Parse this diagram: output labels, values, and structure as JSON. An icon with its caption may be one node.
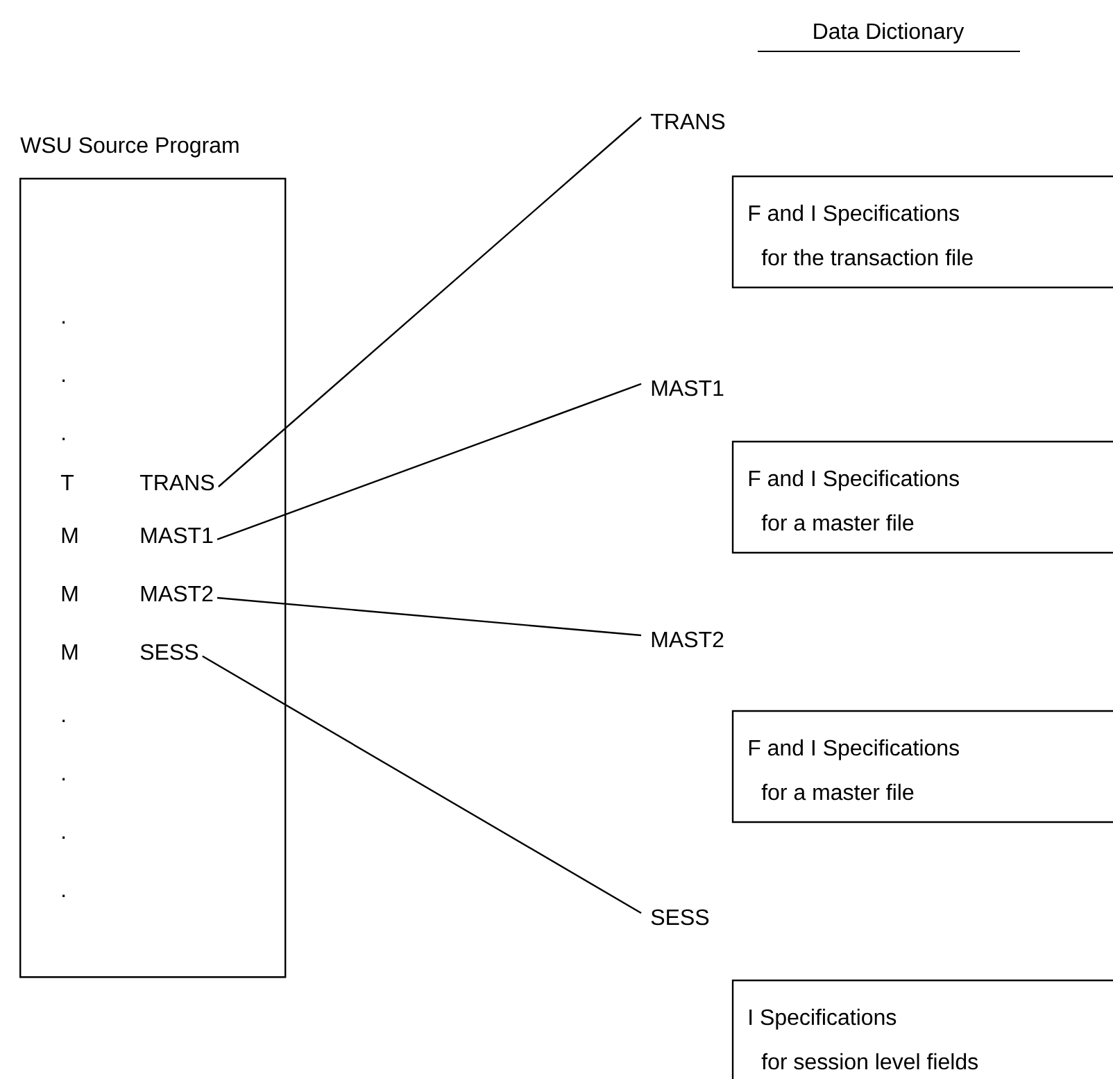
{
  "diagram": {
    "title": "Data Dictionary",
    "nodes": [
      {
        "text": [
          "WSU Source Program"
        ]
      },
      {
        "text": [
          "TRANS"
        ],
        "in": 0
      },
      {
        "text": [
          "MAST1"
        ],
        "in": 0
      },
      {
        "text": [
          "MAST2"
        ],
        "in": 0
      },
      {
        "text": [
          "SESS"
        ],
        "in": 0
      },
      {
        "text": [
          "TRANS"
        ]
      },
      {
        "text": [
          "MAST1"
        ]
      },
      {
        "text": [
          "MAST2"
        ]
      },
      {
        "text": [
          "SESS"
        ]
      },
      {
        "text": [
          "F and I Specifications",
          "for the transaction file"
        ]
      },
      {
        "text": [
          "F and I Specifications",
          "for a master file"
        ]
      },
      {
        "text": [
          "F and I Specifications",
          "for a master file"
        ]
      },
      {
        "text": [
          "I Specifications",
          "for session level fields"
        ]
      }
    ],
    "edges": [
      {
        "from": 1,
        "to": 5,
        "arrow": "none"
      },
      {
        "from": 2,
        "to": 6,
        "arrow": "none"
      },
      {
        "from": 3,
        "to": 7,
        "arrow": "none"
      },
      {
        "from": 4,
        "to": 8,
        "arrow": "none"
      }
    ],
    "labels": [
      ".",
      ".",
      ".",
      "T",
      "M",
      "M",
      "M",
      ".",
      ".",
      ".",
      "."
    ]
  }
}
